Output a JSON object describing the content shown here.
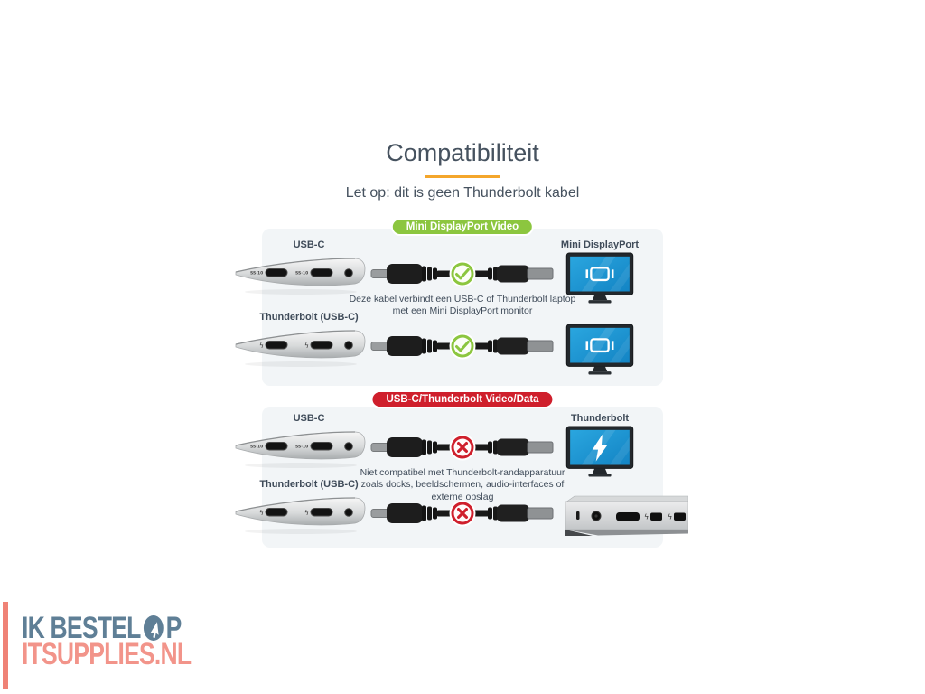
{
  "header": {
    "title": "Compatibiliteit",
    "subtitle": "Let op: dit is geen Thunderbolt kabel"
  },
  "sections": [
    {
      "badge": "Mini DisplayPort Video",
      "status": "compatible",
      "status_icon": "check-icon",
      "rows": [
        {
          "left_label": "USB-C"
        },
        {
          "left_label": "Thunderbolt (USB-C)"
        }
      ],
      "right_label": "Mini DisplayPort",
      "description": "Deze kabel verbindt een USB-C of Thunderbolt laptop met een Mini DisplayPort monitor"
    },
    {
      "badge": "USB-C/Thunderbolt Video/Data",
      "status": "not-compatible",
      "status_icon": "cross-icon",
      "rows": [
        {
          "left_label": "USB-C"
        },
        {
          "left_label": "Thunderbolt (USB-C)"
        }
      ],
      "right_label": "Thunderbolt",
      "description": "Niet compatibel met Thunderbolt-randapparatuur zoals docks, beeldschermen, audio-interfaces of externe opslag"
    }
  ],
  "logo": {
    "line1_prefix": "IK BESTEL",
    "line1_suffix": "P",
    "line2": "ITSUPPLIES.NL"
  },
  "colors": {
    "accent_underline": "#f4a62b",
    "compatible_green": "#8cc63f",
    "incompatible_red": "#cf1f2c",
    "panel_background": "#f2f5f7",
    "text_dark": "#45515e",
    "monitor_screen_blue": "#1d9bd8",
    "logo_blue": "#5f7f96",
    "logo_coral": "#f2948a"
  }
}
